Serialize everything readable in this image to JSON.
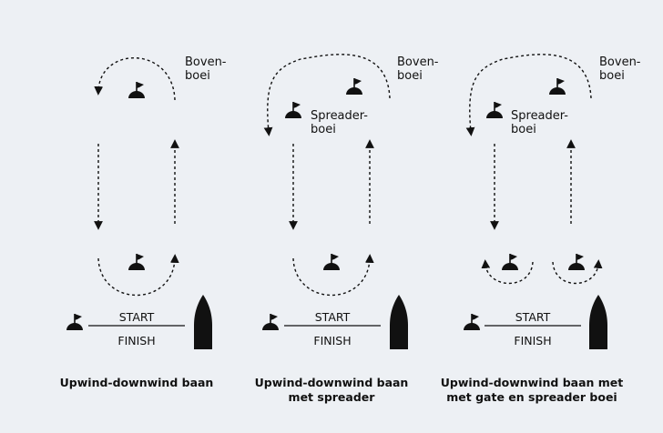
{
  "panels": [
    {
      "id": "upwind-downwind",
      "top_mark_label": [
        "Boven-",
        "boei"
      ],
      "start_label": "START",
      "finish_label": "FINISH",
      "caption": [
        "Upwind-downwind baan"
      ]
    },
    {
      "id": "upwind-downwind-spreader",
      "top_mark_label": [
        "Boven-",
        "boei"
      ],
      "spreader_label": [
        "Spreader-",
        "boei"
      ],
      "start_label": "START",
      "finish_label": "FINISH",
      "caption": [
        "Upwind-downwind baan",
        "met spreader"
      ]
    },
    {
      "id": "upwind-downwind-gate-spreader",
      "top_mark_label": [
        "Boven-",
        "boei"
      ],
      "spreader_label": [
        "Spreader-",
        "boei"
      ],
      "start_label": "START",
      "finish_label": "FINISH",
      "caption": [
        "Upwind-downwind baan met",
        "met gate en spreader boei"
      ]
    }
  ],
  "icons": {
    "buoy": "buoy-flag-icon",
    "boat": "committee-boat-icon",
    "arrow": "dashed-arrow"
  }
}
